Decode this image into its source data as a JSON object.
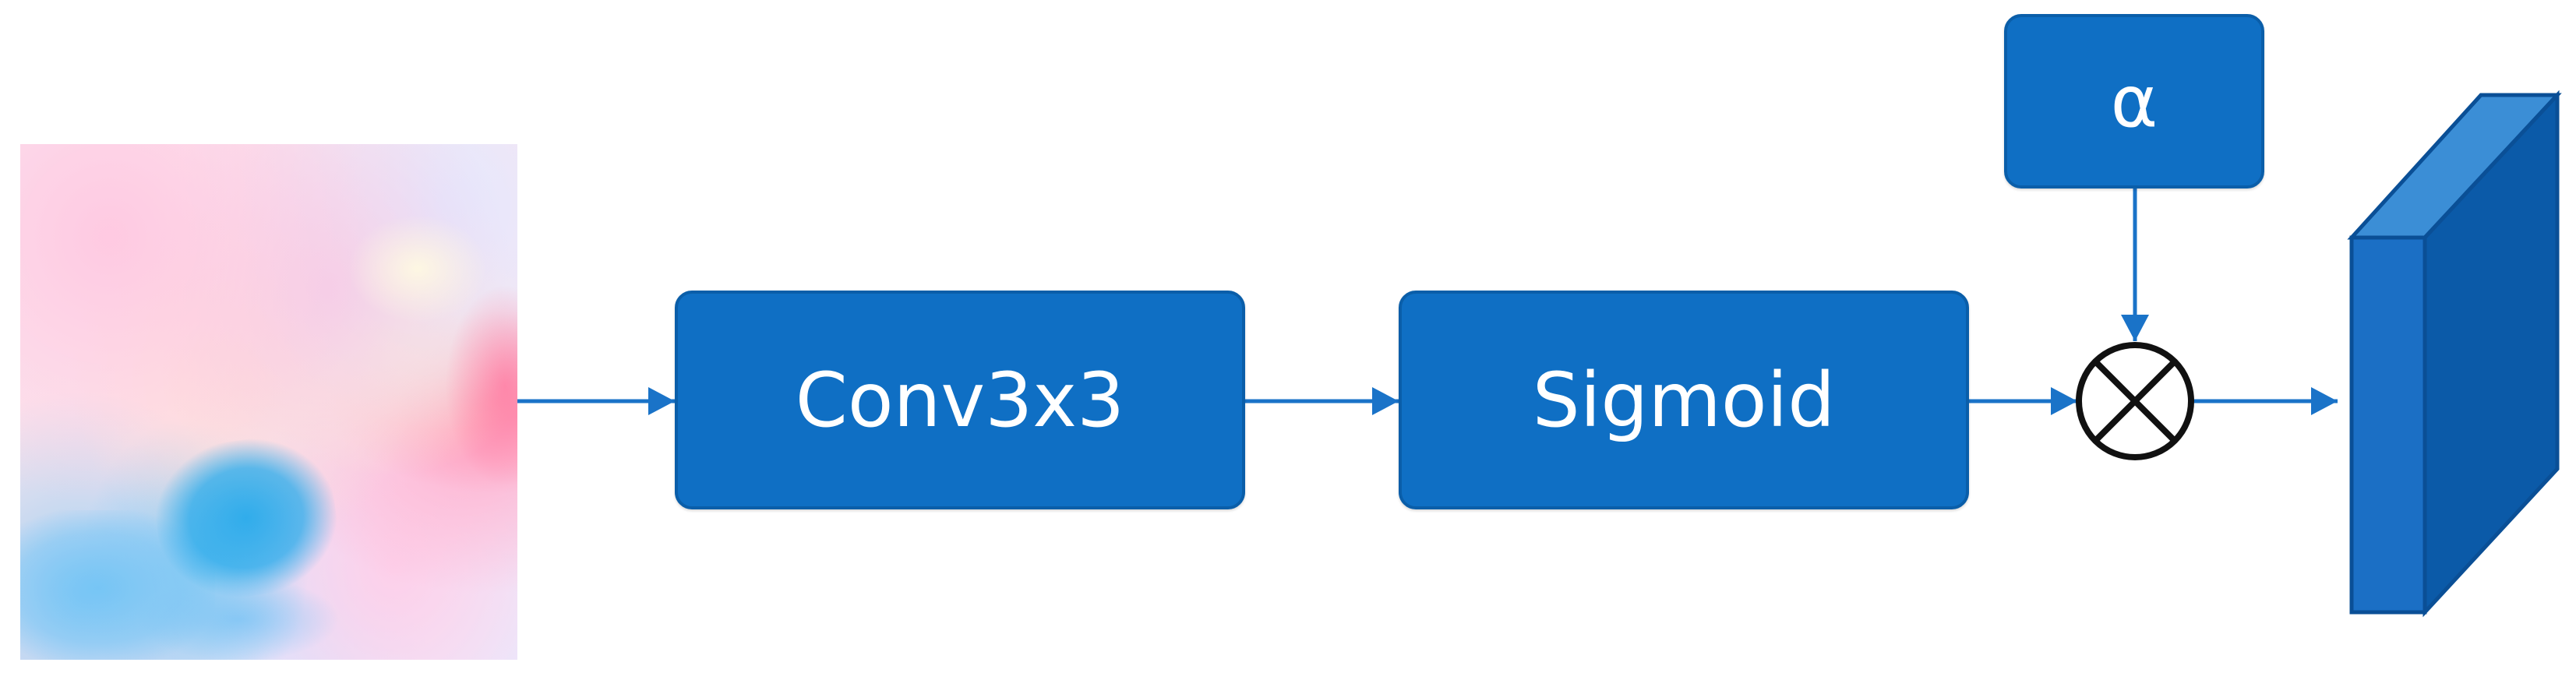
{
  "diagram": {
    "nodes": {
      "input_image": {
        "description_text": ""
      },
      "conv": {
        "label": "Conv3x3"
      },
      "sigmoid": {
        "label": "Sigmoid"
      },
      "alpha": {
        "label": "α"
      },
      "multiply": {
        "symbol": "⊗"
      },
      "output": {
        "label": ""
      }
    },
    "edges": [
      {
        "from": "input_image",
        "to": "conv"
      },
      {
        "from": "conv",
        "to": "sigmoid"
      },
      {
        "from": "sigmoid",
        "to": "multiply"
      },
      {
        "from": "alpha",
        "to": "multiply"
      },
      {
        "from": "multiply",
        "to": "output"
      }
    ],
    "colors": {
      "block": "#0f6fc4",
      "block_border": "#0a5ea9",
      "arrow": "#1a73c8",
      "cube_front": "#1b6fc5",
      "cube_top": "#3b8ed6",
      "cube_side": "#0b5aa8"
    }
  }
}
